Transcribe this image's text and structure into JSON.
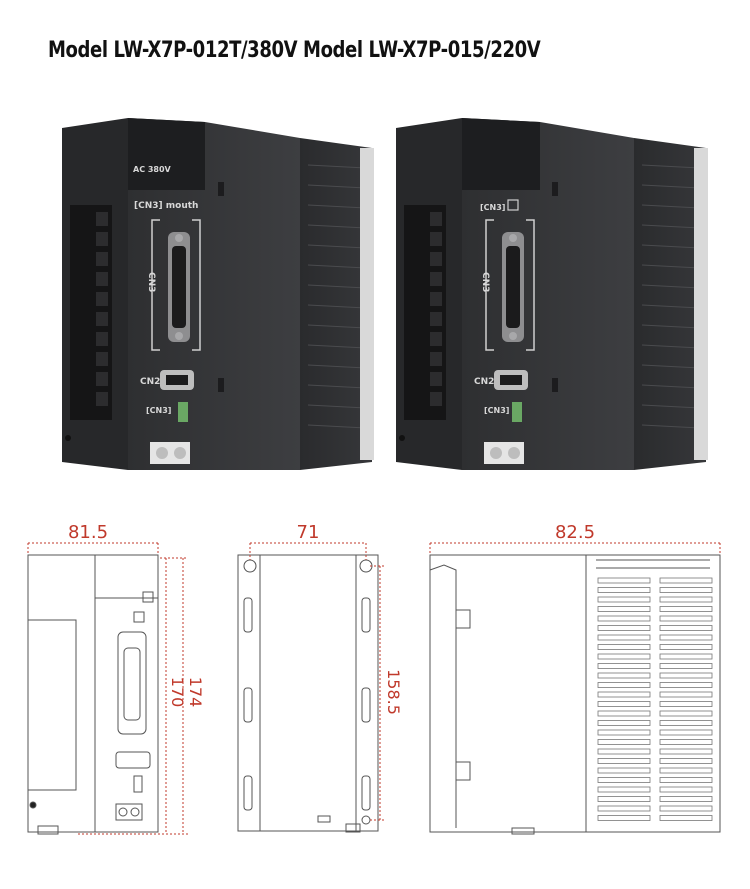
{
  "title": "Model LW-X7P-012T/380V Model LW-X7P-015/220V",
  "product_left": {
    "voltage_label": "AC 380V",
    "cn3_top_label": "[CN3] mouth",
    "cn3_vertical_label": "CN3",
    "cn2_label": "CN2",
    "cn3_usb_label": "[CN3]"
  },
  "product_right": {
    "cn3_top_label": "[CN3]",
    "cn3_vertical_label": "CN3",
    "cn2_label": "CN2",
    "cn3_usb_label": "[CN3]"
  },
  "dimensions": {
    "front_width": "81.5",
    "front_height_outer": "174",
    "front_height_inner": "170",
    "back_width": "71",
    "back_height": "158.5",
    "side_depth": "82.5"
  },
  "colors": {
    "dimension_red": "#c0392b",
    "device_body": "#3a3b3d",
    "outline": "#555555"
  }
}
